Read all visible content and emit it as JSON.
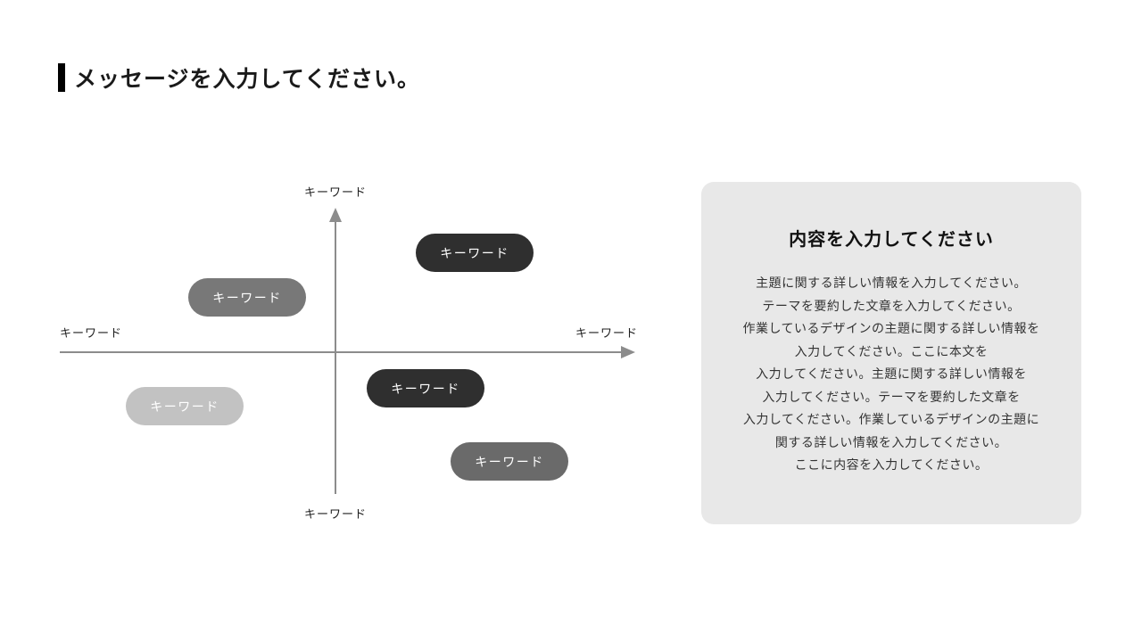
{
  "slide": {
    "title": "メッセージを入力してください。"
  },
  "quadrant": {
    "axis_color": "#8c8c8c",
    "axis_labels": {
      "top": "キーワード",
      "bottom": "キーワード",
      "left": "キーワード",
      "right": "キーワード"
    },
    "pills": [
      {
        "label": "キーワード",
        "quadrant": "top-right",
        "color": "#2f2f2f",
        "text_color": "#ffffff"
      },
      {
        "label": "キーワード",
        "quadrant": "top-left",
        "color": "#787878",
        "text_color": "#ffffff"
      },
      {
        "label": "キーワード",
        "quadrant": "bottom-left",
        "color": "#c2c2c2",
        "text_color": "#ffffff"
      },
      {
        "label": "キーワード",
        "quadrant": "bottom-right-upper",
        "color": "#2f2f2f",
        "text_color": "#ffffff"
      },
      {
        "label": "キーワード",
        "quadrant": "bottom-right-lower",
        "color": "#6a6a6a",
        "text_color": "#ffffff"
      }
    ]
  },
  "panel": {
    "background": "#e8e8e8",
    "title": "内容を入力してください",
    "body_lines": [
      "主題に関する詳しい情報を入力してください。",
      "テーマを要約した文章を入力してください。",
      "作業しているデザインの主題に関する詳しい情報を",
      "入力してください。ここに本文を",
      "入力してください。主題に関する詳しい情報を",
      "入力してください。テーマを要約した文章を",
      "入力してください。作業しているデザインの主題に",
      "関する詳しい情報を入力してください。",
      "ここに内容を入力してください。"
    ]
  }
}
